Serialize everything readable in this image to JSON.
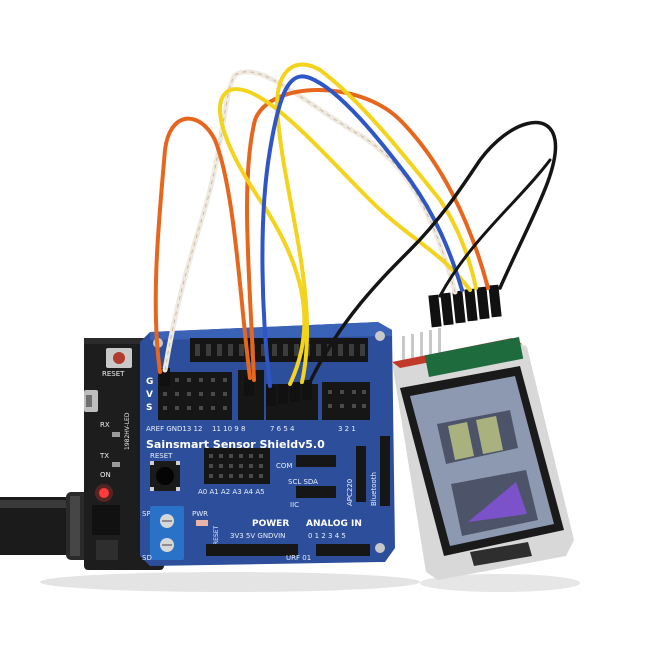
{
  "colors": {
    "background": "#ffffff",
    "shield_pcb": "#2d4f9b",
    "uno_pcb": "#1d1d1d",
    "header_black": "#141414",
    "terminal_blue": "#2a72c8",
    "lcd_screen": "#8d99b0",
    "lcd_tile": "#4d546a",
    "lcd_pause_bar": "#a9b27f",
    "lcd_play_triangle": "#7b52c9",
    "wire_orange": "#e6661e",
    "wire_yellow": "#f3d31b",
    "wire_blue": "#2f56c6",
    "wire_white": "#efeae0",
    "wire_black": "#151515",
    "power_led": "#ff3b3b"
  },
  "uno_board": {
    "reset_label": "RESET",
    "rx_label": "RX",
    "tx_label": "TX",
    "on_label": "ON",
    "side_marking": "1982HV-LED"
  },
  "shield": {
    "brand": "Sainsmart Sensor  Shieldv5.0",
    "digital_pins_left": "AREF GND13 12",
    "digital_pins_mid": "11 10 9  8",
    "digital_pins_right": "7  6  5  4",
    "digital_pins_far": "3  2  1",
    "reset_label": "RESET",
    "analog_pins": "A0 A1 A2 A3 A4 A5",
    "com_label": "COM",
    "scl_sda_label": "SCL SDA",
    "iic_label": "IIC",
    "apc_label": "APC220",
    "bluetooth_label": "Bluetooth",
    "pwr_label": "PWR",
    "power_label": "POWER",
    "power_pins": "3V3 5V GNDVIN",
    "analog_in_label": "ANALOG  IN",
    "analog_in_pins": "0 1 2 3 4 5",
    "reset_small": "RESET",
    "urf_label": "URF 01",
    "sd_label": "SD",
    "sp_label": "SP",
    "g_label": "G",
    "v_label": "V",
    "s_label": "S"
  }
}
